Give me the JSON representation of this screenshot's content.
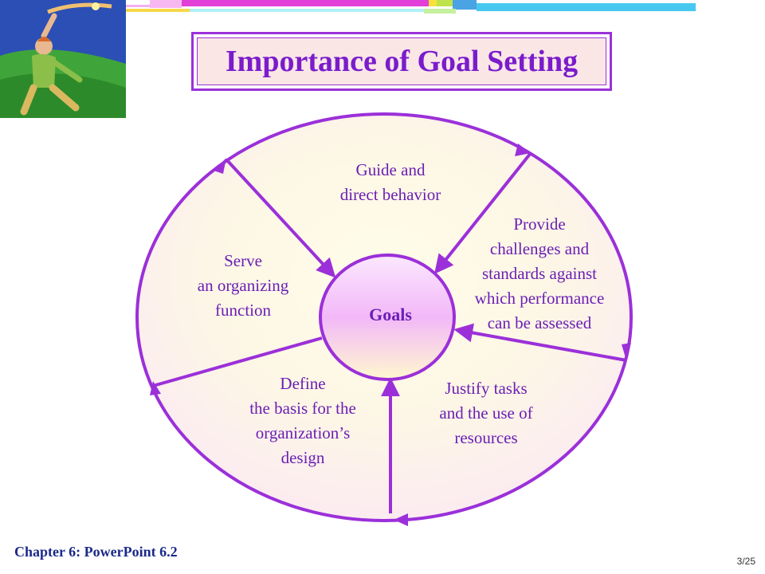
{
  "title": "Importance of Goal Setting",
  "center": {
    "label": "Goals"
  },
  "segments": {
    "guide": "Guide and\ndirect behavior",
    "provide": "Provide\nchallenges and\nstandards against\nwhich performance\ncan be assessed",
    "serve": "Serve\nan organizing\nfunction",
    "define": "Define\nthe basis for the\norganization’s\ndesign",
    "justify": "Justify tasks\nand the use of\nresources"
  },
  "footer": {
    "chapter": "Chapter 6: PowerPoint 6.2",
    "page": "3/25"
  },
  "colors": {
    "accent": "#9b30d9",
    "text": "#6a1fb5",
    "footer": "#1b2a8a"
  }
}
